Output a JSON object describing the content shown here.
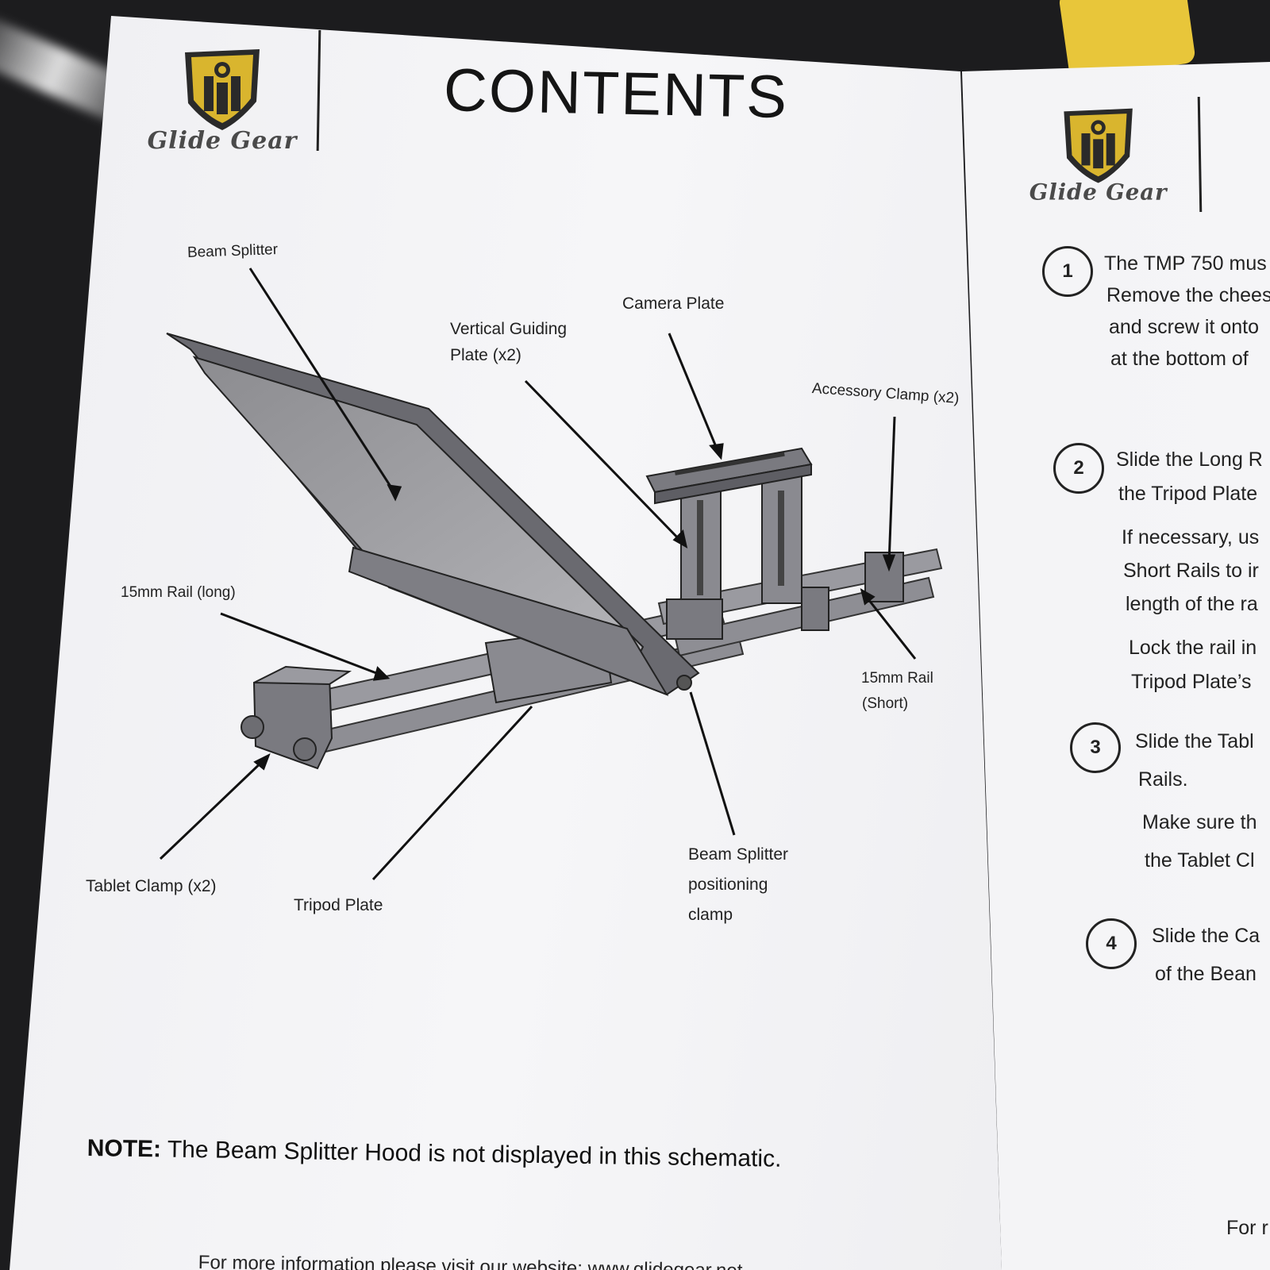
{
  "brand": {
    "logo_text": "Glide Gear"
  },
  "left_page": {
    "title": "CONTENTS",
    "labels": {
      "beam_splitter": "Beam Splitter",
      "camera_plate": "Camera Plate",
      "vertical_guiding_line1": "Vertical  Guiding",
      "vertical_guiding_line2": "Plate (x2)",
      "accessory_clamp": "Accessory Clamp (x2)",
      "rail_long": "15mm Rail (long)",
      "rail_short_line1": "15mm Rail",
      "rail_short_line2": "(Short)",
      "tablet_clamp": "Tablet Clamp (x2)",
      "tripod_plate": "Tripod Plate",
      "bs_clamp_line1": "Beam Splitter",
      "bs_clamp_line2": "positioning",
      "bs_clamp_line3": "clamp"
    },
    "note_bold": "NOTE:",
    "note_text": " The Beam Splitter Hood is not displayed in this schematic.",
    "footer": "For more information please visit our website: www.glidegear.net"
  },
  "right_page": {
    "steps": [
      {
        "num": "1",
        "lines": [
          "The TMP 750 mus",
          "Remove the chees",
          "and screw it onto",
          "at the bottom of"
        ]
      },
      {
        "num": "2",
        "lines": [
          "Slide the Long R",
          "the Tripod Plate"
        ],
        "sub_lines": [
          "If necessary, us",
          "Short Rails to ir",
          "length of the ra",
          "Lock the rail in",
          "Tripod Plate’s"
        ]
      },
      {
        "num": "3",
        "lines": [
          "Slide the Tabl",
          "Rails."
        ],
        "sub_lines": [
          "Make sure th",
          "the Tablet Cl"
        ]
      },
      {
        "num": "4",
        "lines": [
          "Slide the Ca",
          "of the Bean"
        ]
      }
    ],
    "footer": "For r"
  },
  "colors": {
    "shield_gold": "#d9b52e",
    "shield_dark": "#2a2a2a",
    "page": "#f4f4f6"
  }
}
